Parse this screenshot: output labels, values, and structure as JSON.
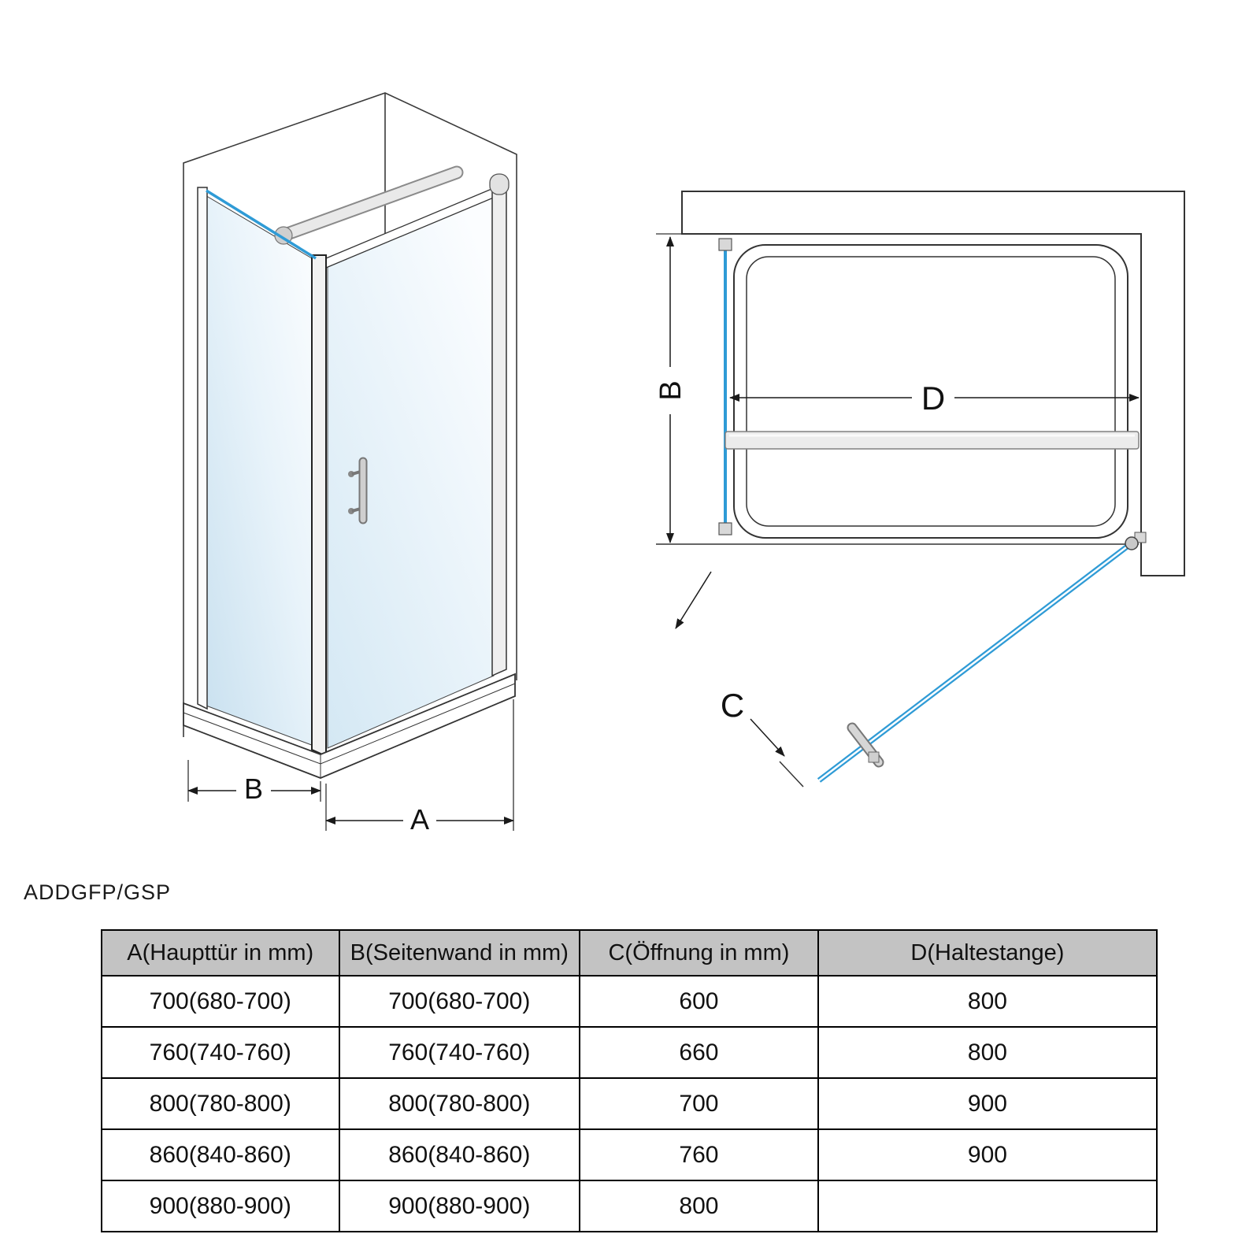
{
  "page": {
    "model_label": "ADDGFP/GSP"
  },
  "colors": {
    "accent_blue": "#2f9bd6",
    "table_header_bg": "#c3c3c3",
    "line": "#333333"
  },
  "diagram_iso": {
    "label_a": "A",
    "label_b": "B"
  },
  "diagram_plan": {
    "label_b": "B",
    "label_c": "C",
    "label_d": "D"
  },
  "table": {
    "headers": [
      "A(Haupttür in mm)",
      "B(Seitenwand in mm)",
      "C(Öffnung in mm)",
      "D(Haltestange)"
    ],
    "rows": [
      [
        "700(680-700)",
        "700(680-700)",
        "600",
        "800"
      ],
      [
        "760(740-760)",
        "760(740-760)",
        "660",
        "800"
      ],
      [
        "800(780-800)",
        "800(780-800)",
        "700",
        "900"
      ],
      [
        "860(840-860)",
        "860(840-860)",
        "760",
        "900"
      ],
      [
        "900(880-900)",
        "900(880-900)",
        "800",
        ""
      ]
    ]
  }
}
